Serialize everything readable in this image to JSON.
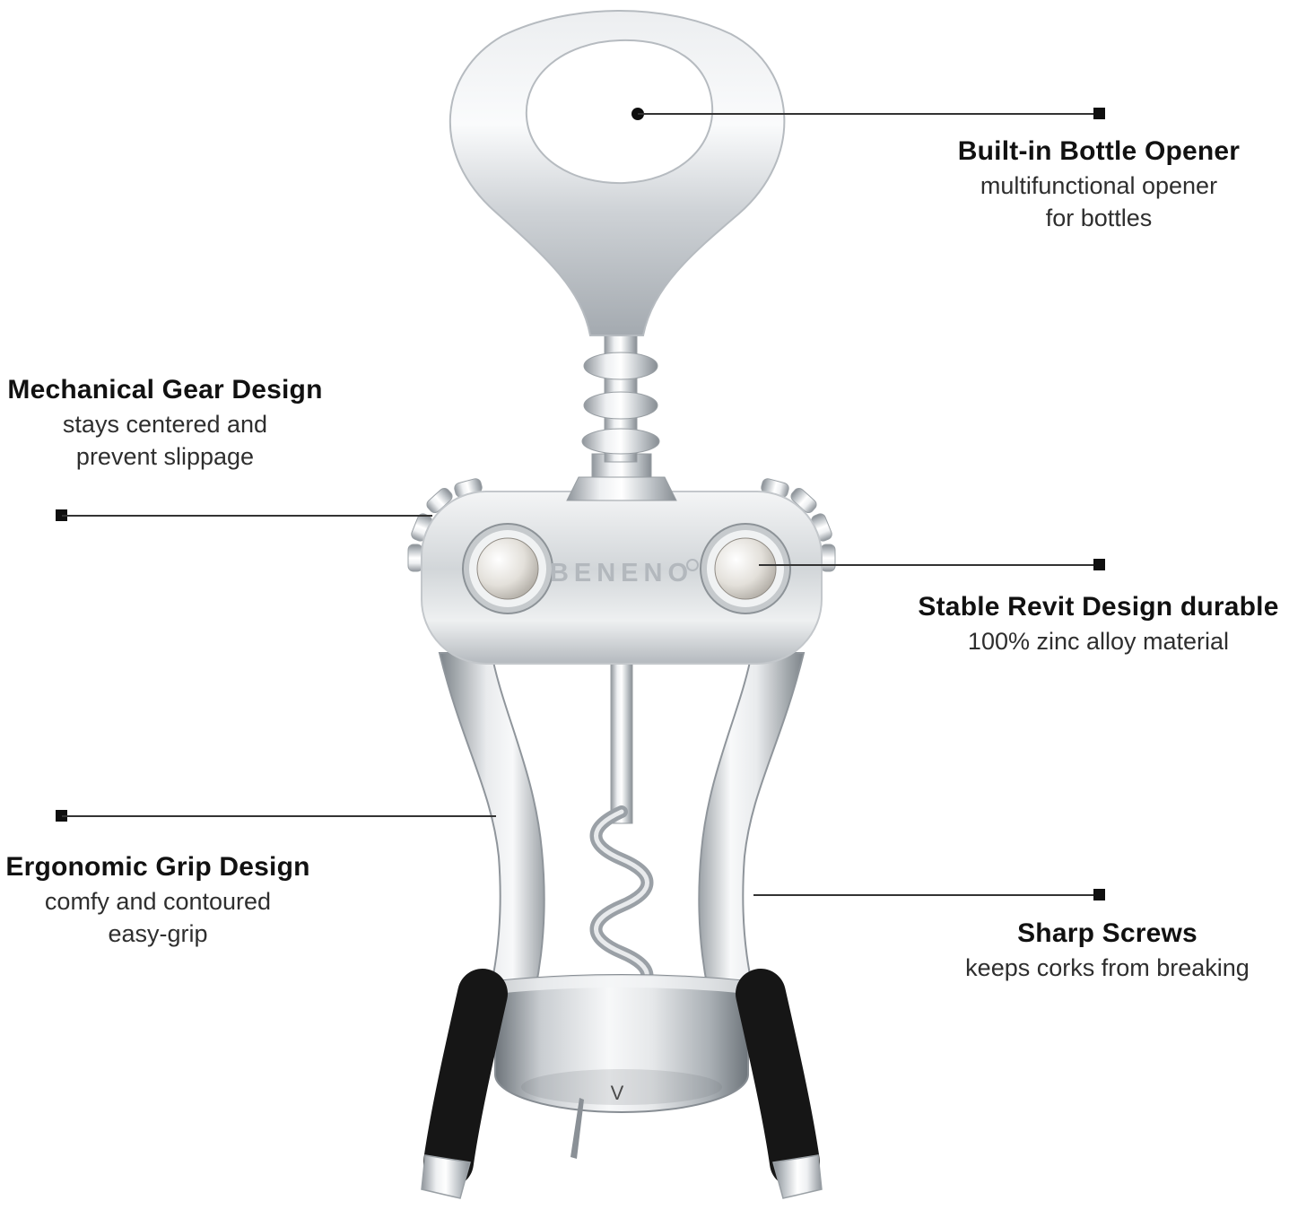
{
  "product": {
    "brand": "BENENO",
    "bell_mark": "V"
  },
  "callouts": {
    "bottle_opener": {
      "title": "Built-in Bottle Opener",
      "desc_line1": "multifunctional opener",
      "desc_line2": "for bottles"
    },
    "gear": {
      "title": "Mechanical Gear Design",
      "desc_line1": "stays centered and",
      "desc_line2": "prevent slippage"
    },
    "rivet": {
      "title": "Stable Revit Design  durable",
      "desc_line1": "100% zinc alloy material"
    },
    "grip": {
      "title": "Ergonomic Grip Design",
      "desc_line1": "comfy and contoured",
      "desc_line2": "easy-grip"
    },
    "screws": {
      "title": "Sharp Screws",
      "desc_line1": "keeps corks from breaking"
    }
  },
  "colors": {
    "background": "#ffffff",
    "title_text": "#111111",
    "desc_text": "#2e2e2e",
    "lead_line": "#333333",
    "marker": "#0f0f0f",
    "grip_rubber": "#161616",
    "chrome_light": "#f8f9fa",
    "chrome_dark": "#7c8389"
  }
}
